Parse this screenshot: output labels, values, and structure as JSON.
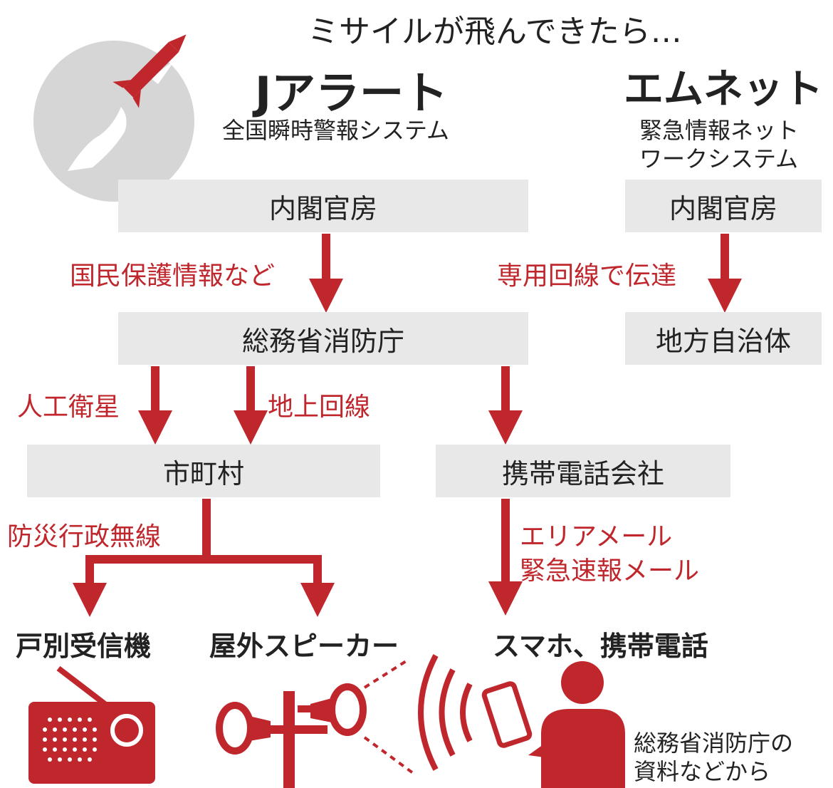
{
  "colors": {
    "accent": "#c0272d",
    "box_bg": "#e8e8e8",
    "text": "#222222",
    "moon": "#d6d6d6"
  },
  "title": "ミサイルが飛んできたら…",
  "j_alert": {
    "name": "Jアラート",
    "subtitle": "全国瞬時警報システム"
  },
  "em_net": {
    "name": "エムネット",
    "subtitle_line1": "緊急情報ネット",
    "subtitle_line2": "ワークシステム"
  },
  "nodes": {
    "cabinet_left": "内閣官房",
    "cabinet_right": "内閣官房",
    "fdma": "総務省消防庁",
    "local_gov": "地方自治体",
    "municipality": "市町村",
    "carrier": "携帯電話会社"
  },
  "edges": {
    "civil_protection": "国民保護情報など",
    "dedicated_line": "専用回線で伝達",
    "satellite": "人工衛星",
    "ground_line": "地上回線",
    "disaster_radio": "防災行政無線",
    "area_mail_1": "エリアメール",
    "area_mail_2": "緊急速報メール"
  },
  "endpoints": {
    "home_receiver": "戸別受信機",
    "outdoor_speaker": "屋外スピーカー",
    "phone": "スマホ、携帯電話"
  },
  "source": {
    "line1": "総務省消防庁の",
    "line2": "資料などから"
  },
  "icons": [
    "missile-icon",
    "radio-icon",
    "loudspeaker-icon",
    "person-phone-icon",
    "signal-waves-icon"
  ]
}
